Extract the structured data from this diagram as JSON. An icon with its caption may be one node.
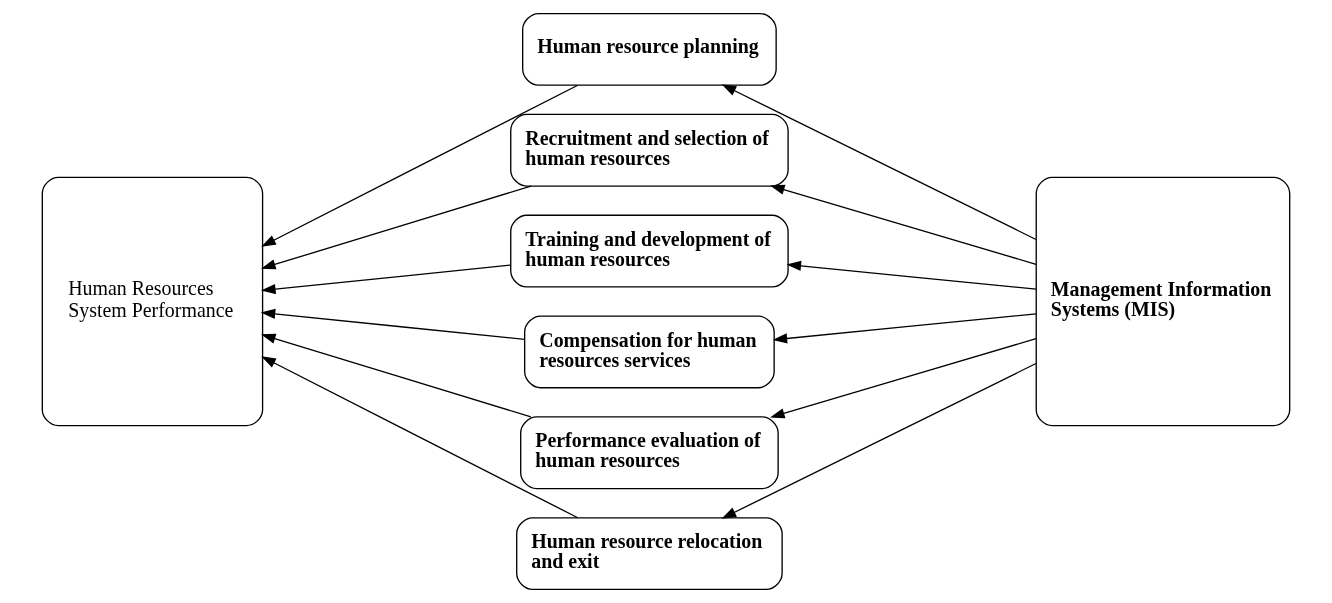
{
  "diagram": {
    "nodes": [
      {
        "text": [
          "Human Resources System Performance"
        ]
      },
      {
        "text": [
          "Human resource planning"
        ]
      },
      {
        "text": [
          "Recruitment and selection of human resources"
        ]
      },
      {
        "text": [
          "Training and development of human resources"
        ]
      },
      {
        "text": [
          "Compensation for human resources services"
        ]
      },
      {
        "text": [
          "Performance evaluation of human resources"
        ]
      },
      {
        "text": [
          "Human resource relocation and exit"
        ]
      },
      {
        "text": [
          "Management Information Systems (MIS)"
        ]
      }
    ],
    "edges": [
      {
        "from": 7,
        "to": 1,
        "arrow": "to"
      },
      {
        "from": 7,
        "to": 2,
        "arrow": "to"
      },
      {
        "from": 7,
        "to": 3,
        "arrow": "to"
      },
      {
        "from": 7,
        "to": 4,
        "arrow": "to"
      },
      {
        "from": 7,
        "to": 5,
        "arrow": "to"
      },
      {
        "from": 7,
        "to": 6,
        "arrow": "to"
      },
      {
        "from": 1,
        "to": 0,
        "arrow": "to"
      },
      {
        "from": 2,
        "to": 0,
        "arrow": "to"
      },
      {
        "from": 3,
        "to": 0,
        "arrow": "to"
      },
      {
        "from": 4,
        "to": 0,
        "arrow": "to"
      },
      {
        "from": 5,
        "to": 0,
        "arrow": "to"
      },
      {
        "from": 6,
        "to": 0,
        "arrow": "to"
      }
    ]
  }
}
